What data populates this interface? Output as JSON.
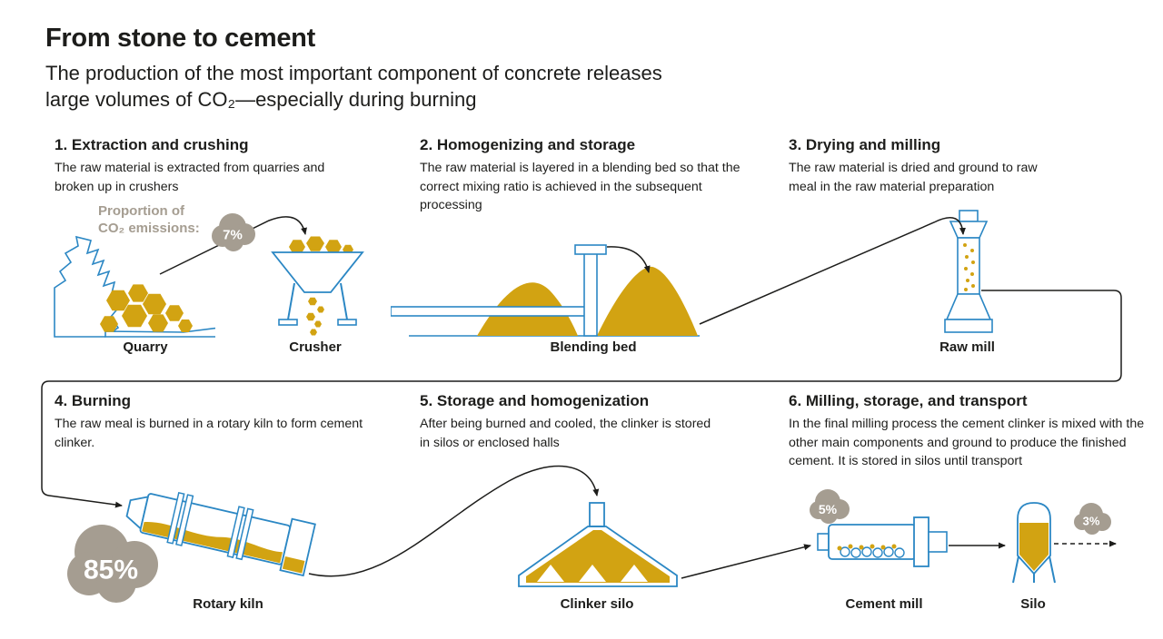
{
  "header": {
    "title": "From stone to cement",
    "subtitle_line1": "The production of the most important component of concrete releases",
    "subtitle_line2": "large volumes of CO₂—especially during burning"
  },
  "emissions_label": {
    "line1": "Proportion of",
    "line2": "CO₂ emissions:"
  },
  "steps": [
    {
      "title": "1. Extraction and crushing",
      "desc": "The raw material is extracted from quarries and broken up in crushers"
    },
    {
      "title": "2. Homogenizing and storage",
      "desc": "The raw material is layered in a blending bed so that the correct mixing ratio is achieved in the subsequent processing"
    },
    {
      "title": "3. Drying and milling",
      "desc": "The raw material is dried and ground to raw meal in the raw material preparation"
    },
    {
      "title": "4. Burning",
      "desc": "The raw meal is burned in a rotary kiln to form cement clinker."
    },
    {
      "title": "5. Storage and homogenization",
      "desc": "After being burned and cooled, the clinker is stored in silos or enclosed halls"
    },
    {
      "title": "6. Milling, storage, and transport",
      "desc": "In the final milling process the cement clinker is mixed with the other main components and ground to produce the finished cement. It is stored in silos until transport"
    }
  ],
  "captions": {
    "quarry": "Quarry",
    "crusher": "Crusher",
    "blending_bed": "Blending bed",
    "raw_mill": "Raw mill",
    "rotary_kiln": "Rotary kiln",
    "clinker_silo": "Clinker silo",
    "cement_mill": "Cement mill",
    "silo": "Silo"
  },
  "emissions": {
    "crushing": "7%",
    "burning": "85%",
    "milling": "5%",
    "transport": "3%"
  },
  "colors": {
    "machine_blue": "#2b87c4",
    "material_gold": "#d2a312",
    "cloud_gray": "#a59d91",
    "text_black": "#1d1d1b"
  }
}
